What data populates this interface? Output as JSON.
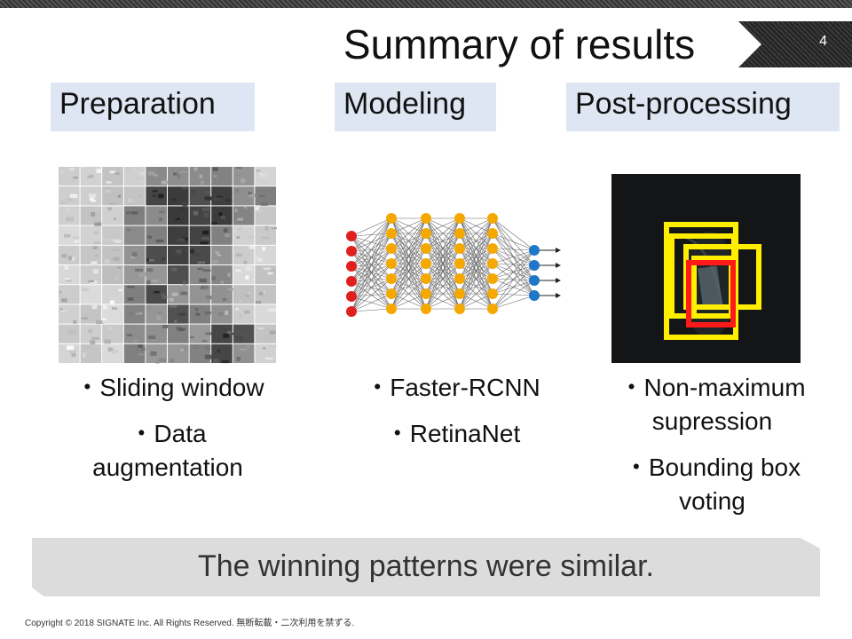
{
  "slide": {
    "title": "Summary of results",
    "page_number": "4"
  },
  "columns": [
    {
      "header": "Preparation",
      "image_icon": "image-tile-grid",
      "bullets": [
        "・Sliding window",
        "・Data augmentation"
      ]
    },
    {
      "header": "Modeling",
      "image_icon": "neural-network-diagram",
      "bullets": [
        "・Faster-RCNN",
        "・RetinaNet"
      ]
    },
    {
      "header": "Post-processing",
      "image_icon": "bounding-boxes-image",
      "bullets": [
        "・Non-maximum supression",
        "・Bounding box voting"
      ]
    }
  ],
  "banner": {
    "text": "The winning patterns were similar."
  },
  "footer": {
    "copyright": "Copyright © 2018 SIGNATE Inc. All Rights Reserved. 無断転載・二次利用を禁ずる."
  },
  "colors": {
    "header_bg": "#dde6f2",
    "banner_bg": "#dcdcdc",
    "input_node": "#e0201e",
    "hidden_node": "#f5a800",
    "output_node": "#1f77c8",
    "box_yellow": "#ffee00",
    "box_red": "#ff1a1a"
  }
}
